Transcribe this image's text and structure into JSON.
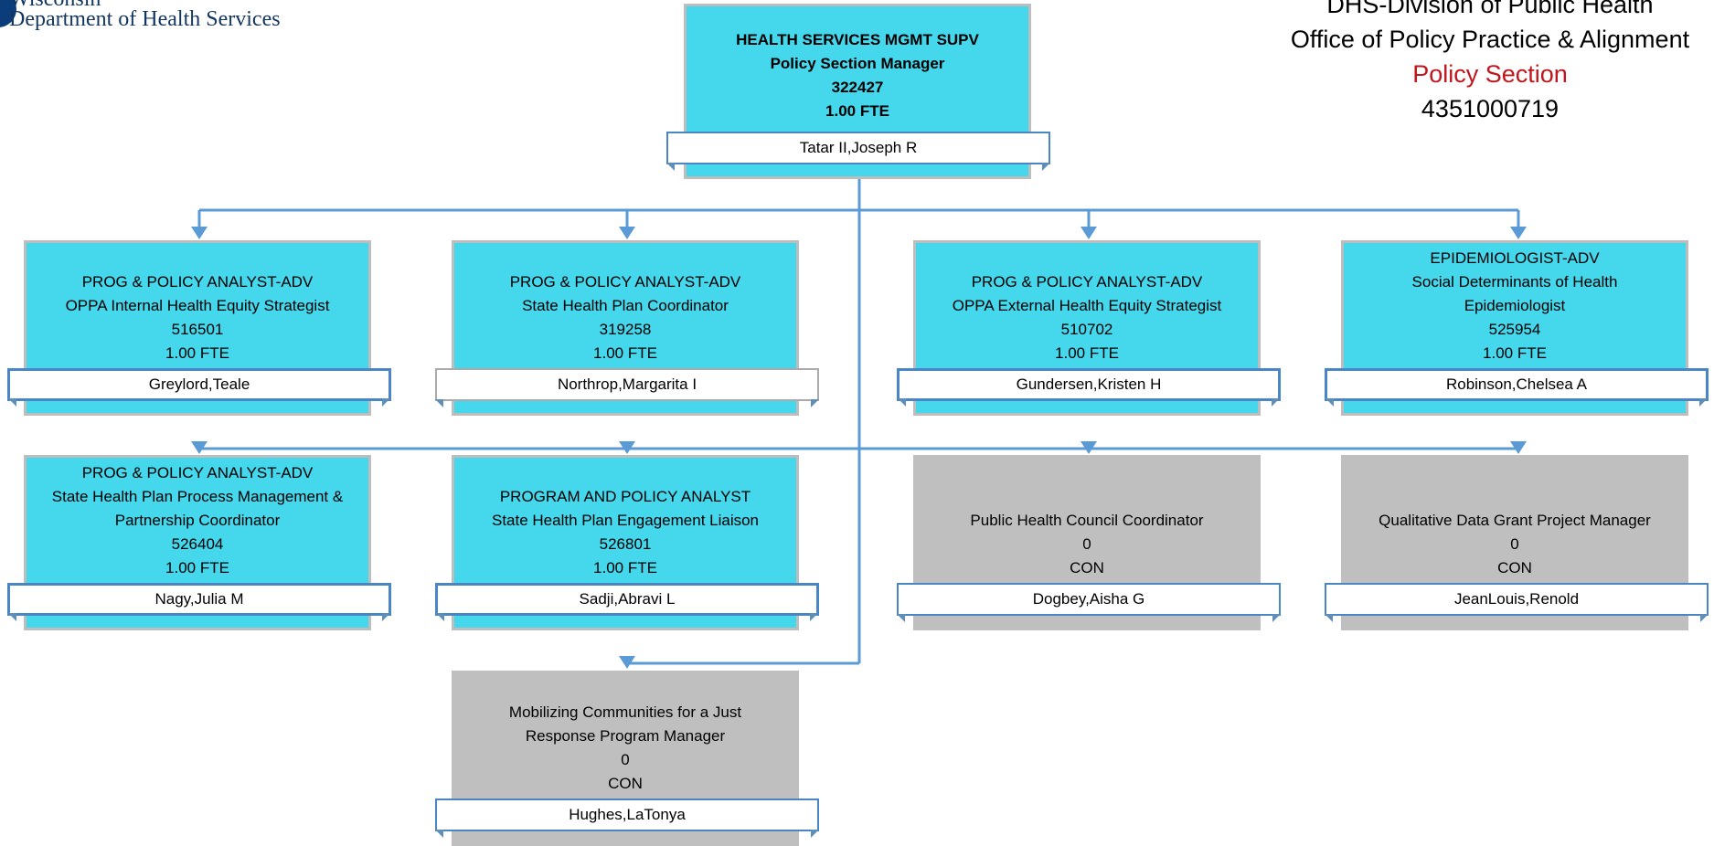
{
  "logo": {
    "line1": "Wisconsin",
    "line2": "Department of Health Services"
  },
  "header": {
    "division": "DHS-Division of Public Health",
    "office": "Office of Policy Practice & Alignment",
    "section": "Policy Section",
    "code": "4351000719"
  },
  "colors": {
    "filled_position": "#45d7ec",
    "vacant_contract_position": "#bfbfbf",
    "connector": "#5b9bd5",
    "section_title": "#c0161c"
  },
  "manager": {
    "classification": "HEALTH SERVICES MGMT SUPV",
    "title": "Policy Section Manager",
    "position_number": "322427",
    "fte": "1.00 FTE",
    "incumbent": "Tatar II,Joseph R"
  },
  "positions": [
    {
      "lines": [
        "PROG & POLICY ANALYST-ADV",
        "OPPA Internal Health Equity Strategist",
        "516501",
        "1.00 FTE"
      ],
      "incumbent": "Greylord,Teale",
      "type": "filled"
    },
    {
      "lines": [
        "PROG & POLICY ANALYST-ADV",
        "State Health Plan Coordinator",
        "319258",
        "1.00 FTE"
      ],
      "incumbent": "Northrop,Margarita I",
      "type": "filled"
    },
    {
      "lines": [
        "PROG & POLICY ANALYST-ADV",
        "OPPA External Health Equity Strategist",
        "510702",
        "1.00 FTE"
      ],
      "incumbent": "Gundersen,Kristen H",
      "type": "filled"
    },
    {
      "lines": [
        "EPIDEMIOLOGIST-ADV",
        "Social Determinants of Health",
        "Epidemiologist",
        "525954",
        "1.00 FTE"
      ],
      "incumbent": "Robinson,Chelsea A",
      "type": "filled"
    },
    {
      "lines": [
        "PROG & POLICY ANALYST-ADV",
        "State Health Plan Process Management &",
        "Partnership Coordinator",
        "526404",
        "1.00 FTE"
      ],
      "incumbent": "Nagy,Julia M",
      "type": "filled"
    },
    {
      "lines": [
        "PROGRAM AND POLICY ANALYST",
        "State Health Plan Engagement Liaison",
        "526801",
        "1.00 FTE"
      ],
      "incumbent": "Sadji,Abravi L",
      "type": "filled"
    },
    {
      "lines": [
        "Public Health Council Coordinator",
        "0",
        "CON"
      ],
      "incumbent": "Dogbey,Aisha G",
      "type": "contract"
    },
    {
      "lines": [
        "Qualitative Data Grant Project Manager",
        "0",
        "CON"
      ],
      "incumbent": "JeanLouis,Renold",
      "type": "contract"
    },
    {
      "lines": [
        "Mobilizing Communities for a Just",
        "Response Program Manager",
        "0",
        "CON"
      ],
      "incumbent": "Hughes,LaTonya",
      "type": "contract"
    }
  ]
}
